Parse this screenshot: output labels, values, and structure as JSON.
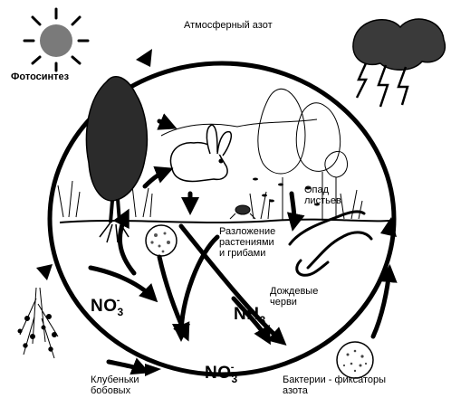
{
  "labels": {
    "atmospheric_nitrogen": "Атмосферный азот",
    "photosynthesis": "Фотосинтез",
    "leaf_fall_1": "Опад",
    "leaf_fall_2": "листьев",
    "decomposition_1": "Разложение",
    "decomposition_2": "растениями",
    "decomposition_3": "и грибами",
    "earthworms_1": "Дождевые",
    "earthworms_2": "черви",
    "nodules_1": "Клубеньки",
    "nodules_2": "бобовых",
    "bacteria_1": "Бактерии - фиксаторы",
    "bacteria_2": "азота"
  },
  "chemicals": {
    "nitrate_upper": {
      "base": "NO",
      "sub": "3",
      "sup": "-"
    },
    "ammonia": {
      "base": "NH",
      "sub": "3"
    },
    "nitrate_lower": {
      "base": "NO",
      "sub": "3",
      "sup": "-"
    }
  }
}
